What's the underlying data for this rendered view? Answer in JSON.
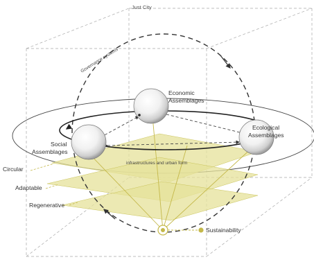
{
  "box_title": "Just City",
  "governance_label": "Governance systems",
  "spheres": {
    "economic": {
      "line1": "Economic",
      "line2": "Assemblages"
    },
    "ecological": {
      "line1": "Ecological",
      "line2": "Assemblages"
    },
    "social": {
      "line1": "Social",
      "line2": "Assemblages"
    }
  },
  "infrastructure_label": "infrastructures and urban form",
  "planes": [
    "Circular",
    "Adaptable",
    "Regenerative"
  ],
  "sustainability_label": "Sustainability",
  "colors": {
    "plane_fill": "#e6e29a",
    "plane_stroke": "#c9c35a",
    "accent": "#c4b84a",
    "wire": "#9a9a9a",
    "orbit": "#333333"
  }
}
